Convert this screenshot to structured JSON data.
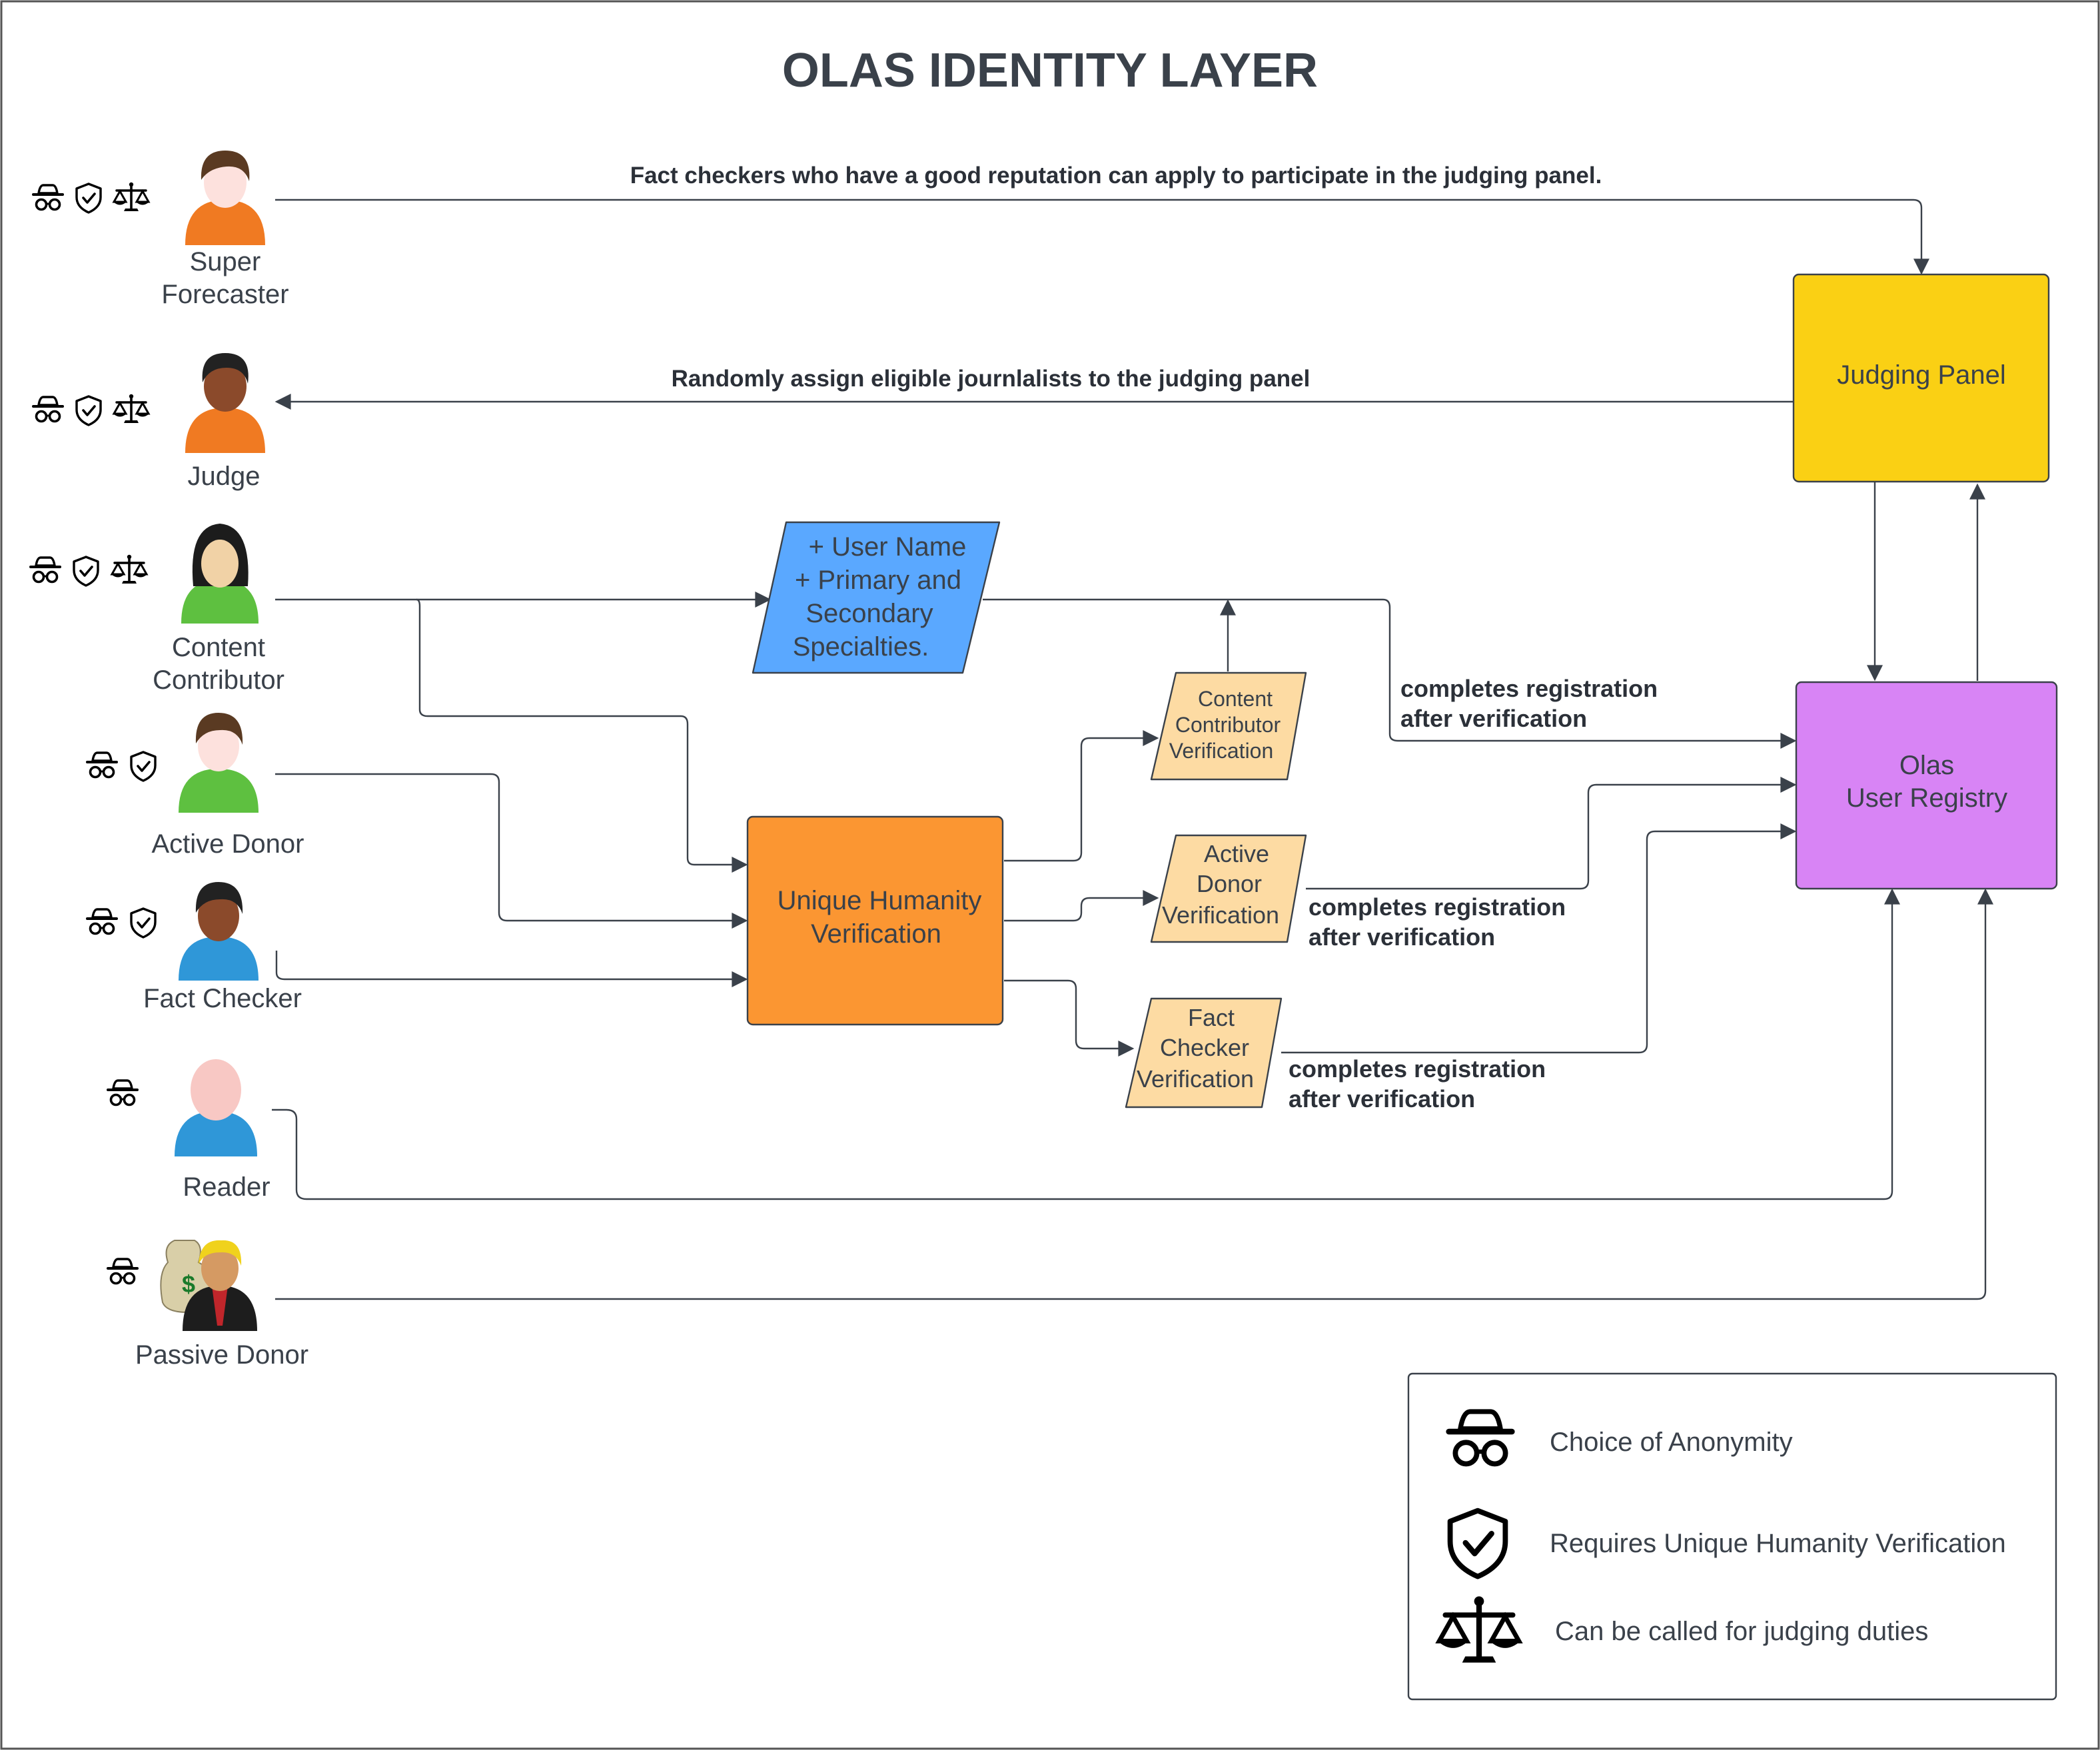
{
  "title": "OLAS IDENTITY LAYER",
  "actors": [
    {
      "id": "super-forecaster",
      "line1": "Super",
      "line2": "Forecaster",
      "roles": [
        "anonymity-icon",
        "shield-check-icon",
        "scales-icon"
      ]
    },
    {
      "id": "judge",
      "line1": "Judge",
      "line2": "",
      "roles": [
        "anonymity-icon",
        "shield-check-icon",
        "scales-icon"
      ]
    },
    {
      "id": "content-contributor",
      "line1": "Content",
      "line2": "Contributor",
      "roles": [
        "anonymity-icon",
        "shield-check-icon",
        "scales-icon"
      ]
    },
    {
      "id": "active-donor",
      "line1": "Active Donor",
      "line2": "",
      "roles": [
        "anonymity-icon",
        "shield-check-icon"
      ]
    },
    {
      "id": "fact-checker",
      "line1": "Fact Checker",
      "line2": "",
      "roles": [
        "anonymity-icon",
        "shield-check-icon"
      ]
    },
    {
      "id": "reader",
      "line1": "Reader",
      "line2": "",
      "roles": [
        "anonymity-icon"
      ]
    },
    {
      "id": "passive-donor",
      "line1": "Passive Donor",
      "line2": "",
      "roles": [
        "anonymity-icon"
      ]
    }
  ],
  "nodes": {
    "judging_panel": "Judging Panel",
    "registry": {
      "line1": "Olas",
      "line2": "User Registry"
    },
    "unique_humanity": {
      "line1": "Unique Humanity",
      "line2": "Verification"
    },
    "user_name": {
      "line1": "+ User Name",
      "line2": "+ Primary and",
      "line3": "Secondary",
      "line4": "Specialties."
    },
    "cc_verification": {
      "line1": "Content",
      "line2": "Contributor",
      "line3": "Verification"
    },
    "ad_verification": {
      "line1": "Active",
      "line2": "Donor",
      "line3": "Verification"
    },
    "fc_verification": {
      "line1": "Fact",
      "line2": "Checker",
      "line3": "Verification"
    }
  },
  "edge_labels": {
    "apply_panel": "Fact checkers who have a good reputation can apply to participate in the judging panel.",
    "assign_random": "Randomly assign eligible journlalists to the judging panel",
    "completes_line1": "completes registration",
    "completes_line2": "after verification"
  },
  "legend": {
    "anonymity": "Choice of Anonymity",
    "unique": "Requires Unique Humanity Verification",
    "judging": "Can be called for judging duties"
  },
  "colors": {
    "judging_panel": "#fad014",
    "registry": "#d884f5",
    "unique_humanity": "#fb9632",
    "user_name": "#5aa8ff",
    "verification": "#fddba3",
    "text": "#3a414a"
  }
}
